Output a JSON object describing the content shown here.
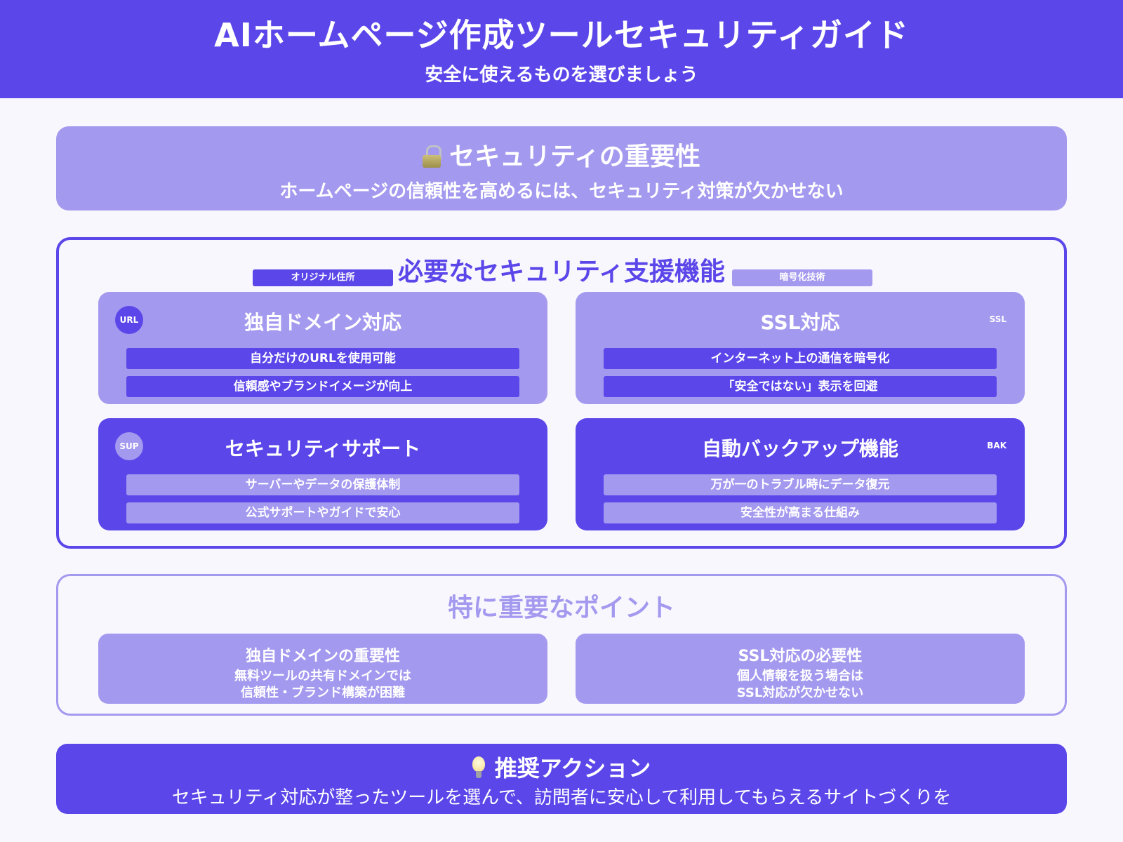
{
  "header": {
    "title": "AIホームページ作成ツールセキュリティガイド",
    "subtitle": "安全に使えるものを選びましょう"
  },
  "importance": {
    "icon": "lock-icon",
    "title": "セキュリティの重要性",
    "description": "ホームページの信頼性を高めるには、セキュリティ対策が欠かせない"
  },
  "features": {
    "title": "必要なセキュリティ支援機能",
    "tag_left": "オリジナル住所",
    "tag_right": "暗号化技術",
    "cards": [
      {
        "title": "独自ドメイン対応",
        "badge": "URL",
        "items": [
          "自分だけのURLを使用可能",
          "信頼感やブランドイメージが向上"
        ]
      },
      {
        "title": "SSL対応",
        "badge": "SSL",
        "items": [
          "インターネット上の通信を暗号化",
          "「安全ではない」表示を回避"
        ]
      },
      {
        "title": "セキュリティサポート",
        "badge": "SUP",
        "items": [
          "サーバーやデータの保護体制",
          "公式サポートやガイドで安心"
        ]
      },
      {
        "title": "自動バックアップ機能",
        "badge": "BAK",
        "items": [
          "万が一のトラブル時にデータ復元",
          "安全性が高まる仕組み"
        ]
      }
    ]
  },
  "points": {
    "title": "特に重要なポイント",
    "cards": [
      {
        "title": "独自ドメインの重要性",
        "line1": "無料ツールの共有ドメインでは",
        "line2": "信頼性・ブランド構築が困難"
      },
      {
        "title": "SSL対応の必要性",
        "line1": "個人情報を扱う場合は",
        "line2": "SSL対応が欠かせない"
      }
    ]
  },
  "action": {
    "icon": "lightbulb-icon",
    "title": "推奨アクション",
    "description": "セキュリティ対応が整ったツールを選んで、訪問者に安心して利用してもらえるサイトづくりを"
  },
  "colors": {
    "primary": "#5b46e9",
    "light": "#a399ef",
    "background": "#f8f7fe"
  }
}
